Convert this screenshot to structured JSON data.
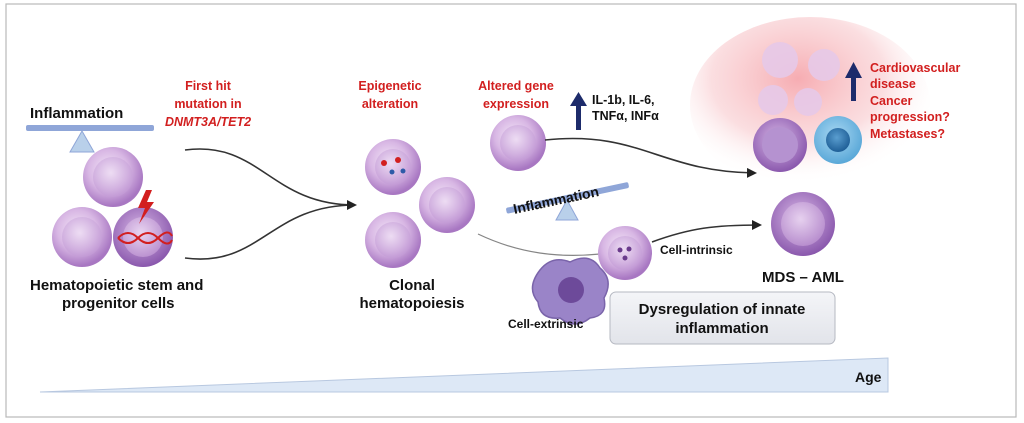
{
  "inflammation_left": "Inflammation",
  "first_hit": {
    "line1": "First hit",
    "line2": "mutation in",
    "line3": "DNMT3A/TET2"
  },
  "hspc_label": {
    "line1": "Hematopoietic stem and",
    "line2": "progenitor cells"
  },
  "epigenetic": {
    "line1": "Epigenetic",
    "line2": "alteration"
  },
  "altered_gene": {
    "line1": "Altered gene",
    "line2": "expression"
  },
  "cytokines": {
    "line1": "IL-1b, IL-6,",
    "line2": "TNFα, INFα"
  },
  "clonal_label": {
    "line1": "Clonal",
    "line2": "hematopoiesis"
  },
  "inflammation_middle": "Inflammation",
  "cell_intrinsic": "Cell-intrinsic",
  "cell_extrinsic": "Cell-extrinsic",
  "dysregulation": {
    "line1": "Dysregulation of innate",
    "line2": "inflammation"
  },
  "mds_aml": "MDS – AML",
  "outcomes": {
    "line1": "Cardiovascular",
    "line2": "disease",
    "line3": "Cancer",
    "line4": "progression?",
    "line5": "Metastases?"
  },
  "age_label": "Age",
  "colors": {
    "red_text": "#d21f1f",
    "arrow_blue": "#1d2b6b",
    "cell_purple": "#c79fd8",
    "seesaw_blue": "#8fa6d8",
    "age_wedge": "#dde8f6"
  }
}
